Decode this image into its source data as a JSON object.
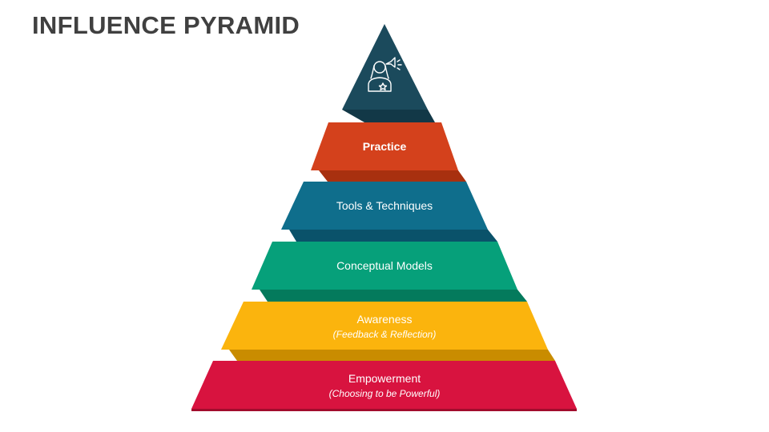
{
  "title": "INFLUENCE PYRAMID",
  "apex": {
    "icon": "woman-with-megaphone-icon",
    "color": "#1b4a5c",
    "shadow": "#123847"
  },
  "tiers": [
    {
      "label": "Practice",
      "sublabel": "",
      "bold": true,
      "color": "#d4411c",
      "shadow": "#a8300f"
    },
    {
      "label": "Tools & Techniques",
      "sublabel": "",
      "bold": false,
      "color": "#0f6e8c",
      "shadow": "#0a526a"
    },
    {
      "label": "Conceptual Models",
      "sublabel": "",
      "bold": false,
      "color": "#06a07a",
      "shadow": "#047a5c"
    },
    {
      "label": "Awareness",
      "sublabel": "(Feedback & Reflection)",
      "bold": false,
      "color": "#fbb40d",
      "shadow": "#c98c00"
    },
    {
      "label": "Empowerment",
      "sublabel": "(Choosing to be Powerful)",
      "bold": false,
      "color": "#d8133f",
      "shadow": "#a10c2d"
    }
  ]
}
